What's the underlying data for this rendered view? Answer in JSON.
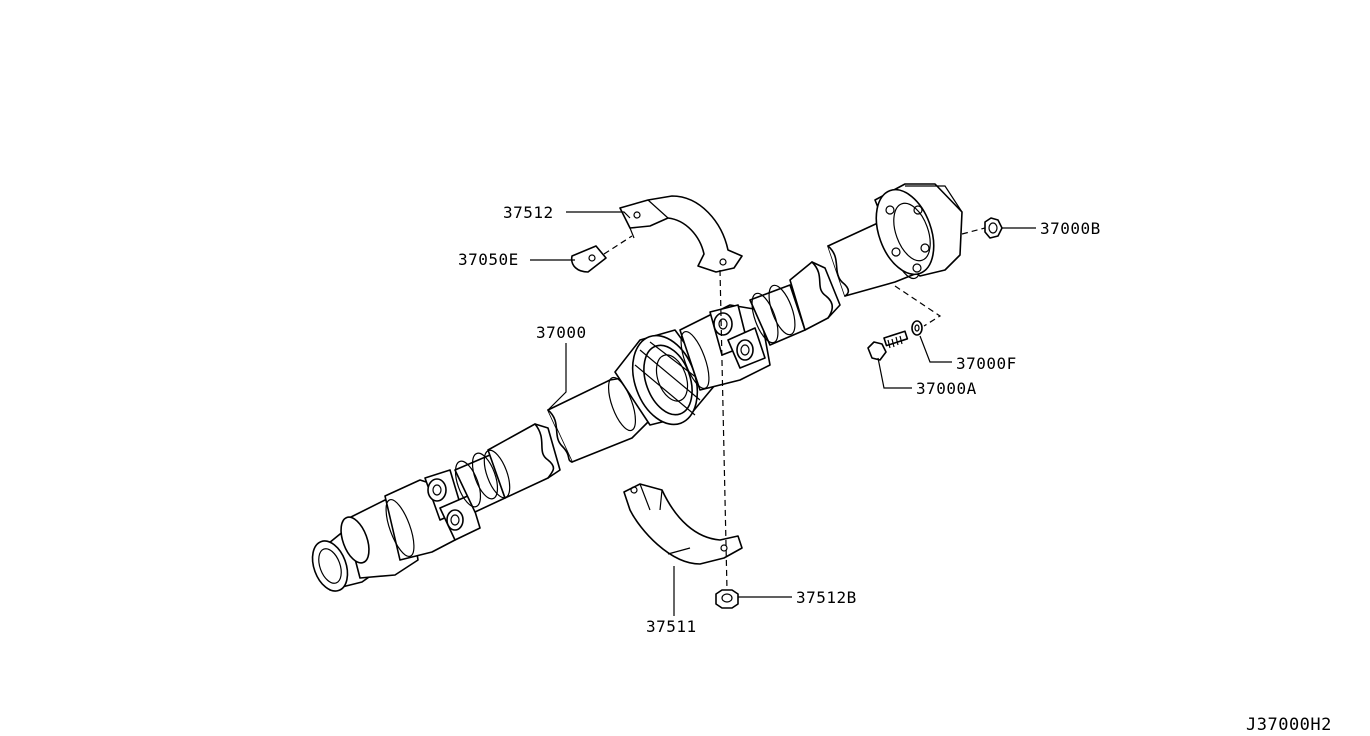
{
  "diagram": {
    "reference_code": "J37000H2",
    "callouts": [
      {
        "id": "37512",
        "text": "37512"
      },
      {
        "id": "37050E",
        "text": "37050E"
      },
      {
        "id": "37000",
        "text": "37000"
      },
      {
        "id": "37000B",
        "text": "37000B"
      },
      {
        "id": "37000F",
        "text": "37000F"
      },
      {
        "id": "37000A",
        "text": "37000A"
      },
      {
        "id": "37512B",
        "text": "37512B"
      },
      {
        "id": "37511",
        "text": "37511"
      }
    ]
  }
}
